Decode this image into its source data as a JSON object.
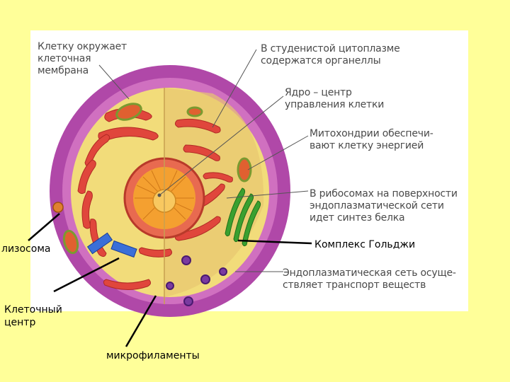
{
  "labels": {
    "membrane": "Клетку окружает\nклеточная\nмембрана",
    "cytoplasm": "В студенистой цитоплазме\nсодержатся органеллы",
    "nucleus": "Ядро – центр\nуправления клетки",
    "mitochondria": "Митохондрии обеспечи-\nвают клетку энергией",
    "ribosomes": "В рибосомах на поверхности\nэндоплазматической сети\nидет синтез белка",
    "er": "Эндоплазматическая сеть осуще-\nствляет транспорт веществ"
  },
  "external_labels": {
    "golgi": "Комплекс Гольджи",
    "lysosome": "лизосома",
    "centrosome": "Клеточный\nцентр",
    "microfilaments": "микрофиламенты"
  },
  "colors": {
    "background": "#ffff99",
    "membrane": "#b048a8",
    "cytoplasm": "#f2dc7a",
    "er": "#e0463c",
    "golgi": "#3aa030",
    "centrosome": "#3a6fd8",
    "nucleus": "#f4a030"
  }
}
